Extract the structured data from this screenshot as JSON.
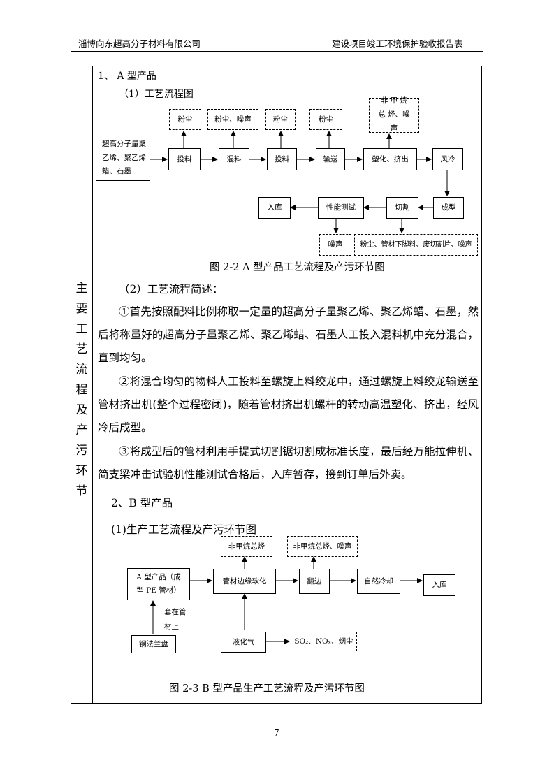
{
  "header": {
    "company": "淄博向东超高分子材料有限公司",
    "report_title": "建设项目竣工环境保护验收报告表"
  },
  "side_label": [
    "主",
    "要",
    "工",
    "艺",
    "流",
    "程",
    "及",
    "产",
    "污",
    "环",
    "节"
  ],
  "section_a": {
    "title": "1、 A 型产品",
    "sub1": "（1）工艺流程图",
    "diagram": {
      "raw": "超高分子量聚乙烯、聚乙烯蜡、石墨",
      "step1": "投料",
      "step2": "混料",
      "step3": "投料",
      "step4": "输送",
      "step5": "塑化、挤出",
      "step6": "风冷",
      "step7": "成型",
      "step8": "切割",
      "step9": "性能测试",
      "step10": "入库",
      "p1": "粉尘",
      "p2": "粉尘、噪声",
      "p3": "粉尘",
      "p4": "粉尘",
      "p5": "非 甲 烷 总 烃、噪声",
      "p6": "噪声",
      "p7": "粉尘、管材下脚料、废切割片、噪声"
    },
    "caption": "图 2-2 A 型产品工艺流程及产污环节图",
    "sub2": "（2）工艺流程简述：",
    "para1": "①首先按照配料比例称取一定量的超高分子量聚乙烯、聚乙烯蜡、石墨，然后将称量好的超高分子量聚乙烯、聚乙烯蜡、石墨人工投入混料机中充分混合，直到均匀。",
    "para2": "②将混合均匀的物料人工投料至螺旋上料绞龙中，通过螺旋上料绞龙输送至管材挤出机(整个过程密闭)，随着管材挤出机螺杆的转动高温塑化、挤出，经风冷后成型。",
    "para3": "③将成型后的管材利用手提式切割锯切割成标准长度，最后经万能拉伸机、简支梁冲击试验机性能测试合格后，入库暂存，接到订单后外卖。"
  },
  "section_b": {
    "title": "2、B 型产品",
    "sub1": "(1)生产工艺流程及产污环节图",
    "diagram": {
      "input": "A 型产品（成型 PE 管材）",
      "step1": "管材边缘软化",
      "step2": "翻边",
      "step3": "自然冷却",
      "step4": "入库",
      "flange": "钢法兰盘",
      "flange_note": "套在管材上",
      "gas": "液化气",
      "p1": "非甲烷总烃",
      "p2": "非甲烷总烃、噪声",
      "p3": "SO₂、NOₓ、烟尘"
    },
    "caption": "图 2-3 B 型产品生产工艺流程及产污环节图"
  },
  "page_number": "7"
}
